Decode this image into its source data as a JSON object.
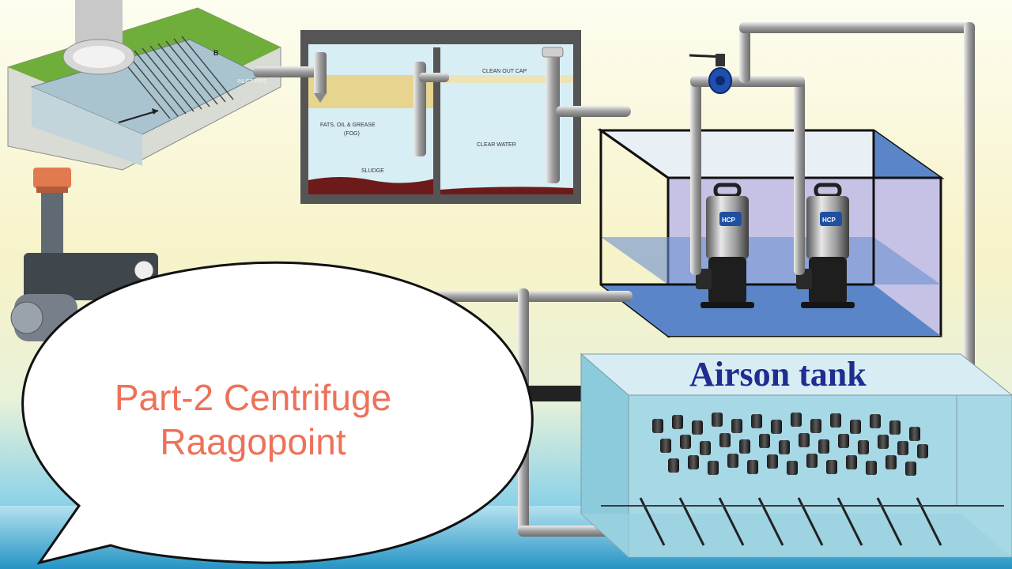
{
  "labels": {
    "inlet_pipe": "INLET PIPE",
    "channel_mark": "B",
    "clean_out_cap": "CLEAN OUT CAP",
    "fog_line1": "FATS, OIL & GREASE",
    "fog_line2": "(FOG)",
    "clear_water": "CLEAR WATER",
    "sludge": "SLUDGE",
    "pump_brand": "HCP",
    "tank_title": "Airson tank"
  },
  "bubble": {
    "line1": "Part-2 Centrifuge",
    "line2": "Raagopoint"
  },
  "colors": {
    "title_text": "#1f2d8f",
    "bubble_text": "#ee7159",
    "tank_water": "#a6d8e6",
    "pump_tank_water": "#5a86c9",
    "grease_layer": "#e6d48f",
    "sludge_layer": "#6d1a1a"
  },
  "icons": {
    "valve": "butterfly-valve-icon",
    "pump": "submersible-pump-icon",
    "blower": "air-blower-icon"
  }
}
